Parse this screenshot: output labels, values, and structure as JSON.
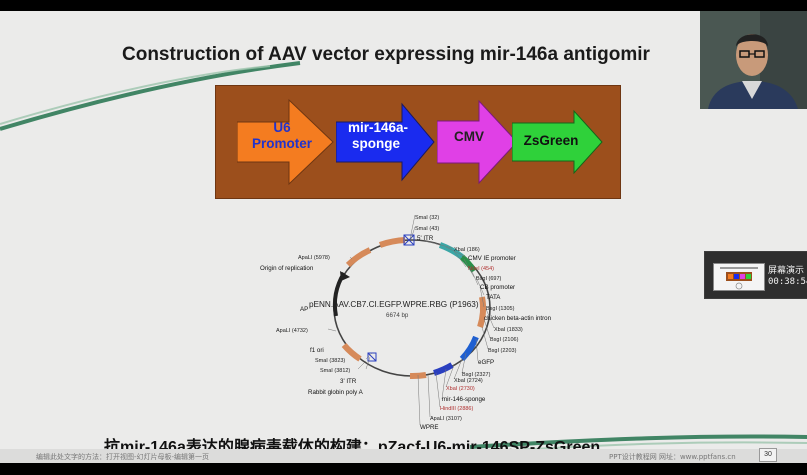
{
  "slide": {
    "title": "Construction of AAV vector expressing mir-146a antigomir",
    "caption": {
      "cjk_prefix": "抗",
      "mir": "mir-146a",
      "cjk_middle": "表达的腺病毒载体的构建：",
      "construct": "pZacf-U6-mir-146SP-ZsGreen"
    },
    "cassette": [
      {
        "line1": "U6",
        "line2": "Promoter",
        "fill": "#f47c20",
        "text_color": "#2233cc"
      },
      {
        "line1": "mir-146a-",
        "line2": "sponge",
        "fill": "#1a2bef",
        "text_color": "#ffffff"
      },
      {
        "line1": "CMV",
        "line2": "",
        "fill": "#e040e6",
        "text_color": "#222222"
      },
      {
        "line1": "ZsGreen",
        "line2": "",
        "fill": "#2fd13a",
        "text_color": "#111111"
      }
    ],
    "plasmid": {
      "name": "pENN.AAV.CB7.CI.EGFP.WPRE.RBG (P1963)",
      "size": "6674 bp",
      "sites": {
        "smai_32": "SmaI (32)",
        "smai_43": "SmaI (43)",
        "xbai_186": "XbaI (186)",
        "ndei_454": "NdeI (454)",
        "bsgi_697": "BsgI (697)",
        "bsgi_1305": "BsgI (1305)",
        "xbai_1833": "XbaI (1833)",
        "bsgi_2106": "BsgI (2106)",
        "bsgi_2203": "BsgI (2203)",
        "bsgi_2327": "BsgI (2327)",
        "xbai_2724": "XbaI (2724)",
        "xbai_2730": "XbaI (2730)",
        "hindiii_2886": "HindIII (2886)",
        "apali_3107": "ApaLI (3107)",
        "smai_3812": "SmaI (3812)",
        "smai_3823": "SmaI (3823)",
        "apali_4732": "ApaLI (4732)",
        "apali_5978": "ApaLI (5978)"
      },
      "features": {
        "itr5": "5' ITR",
        "cmv_ie": "CMV IE promoter",
        "cb": "CB promoter",
        "tata": "TATA",
        "intron": "chicken beta-actin intron",
        "egfp": "eGFP",
        "sponge": "mir-146-sponge",
        "wpre": "WPRE",
        "rabbit": "Rabbit globin poly A",
        "itr3": "3' ITR",
        "f1": "f1 ori",
        "ap": "AP",
        "ori": "Origin of replication"
      }
    },
    "footer": {
      "left": "编辑此处文字的方法：打开视图-幻灯片母板-编辑第一页",
      "right": "PPT设计教程网   网址：www.pptfans.cn",
      "page": "30"
    }
  },
  "screenshare": {
    "title": "屏幕演示",
    "timer": "00:38:54"
  },
  "colors": {
    "slide_bg": "#ebebea",
    "panel_bg": "#9c4f1c",
    "swoosh_green": "#2f7a56"
  }
}
